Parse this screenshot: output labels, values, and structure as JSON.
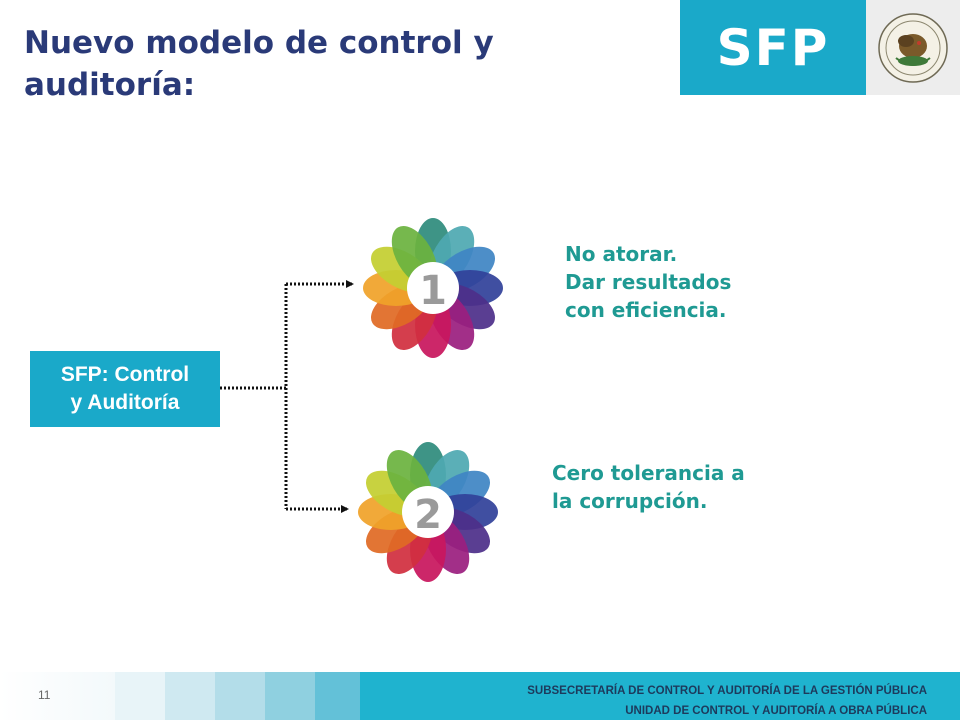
{
  "slide": {
    "title_lines": [
      "Nuevo modelo de control y",
      "auditoría:"
    ],
    "logo": {
      "text": "SFP",
      "seal_icon": "mexican-coat-of-arms-seal-icon"
    },
    "source": {
      "lines": [
        "SFP: Control",
        "y Auditoría"
      ]
    },
    "branches": [
      {
        "number": "1",
        "lines": [
          "No atorar.",
          "Dar resultados",
          "con eficiencia."
        ]
      },
      {
        "number": "2",
        "lines": [
          "Cero tolerancia a",
          "la corrupción."
        ]
      }
    ],
    "footer": {
      "page_number": "11",
      "lines": [
        "SUBSECRETARÍA DE CONTROL Y AUDITORÍA DE LA GESTIÓN PÚBLICA",
        "UNIDAD DE CONTROL Y AUDITORÍA A OBRA PÚBLICA"
      ]
    }
  },
  "colors": {
    "title": "#2a3a78",
    "accent": "#1aa9c9",
    "branch_text": "#1f9a93",
    "connector": "#111111",
    "petals": [
      "#2f8c7d",
      "#4fa9b2",
      "#3f85c4",
      "#32429a",
      "#4d2f8a",
      "#9b1f7f",
      "#c8175e",
      "#d12f3f",
      "#e06a25",
      "#f0a22a",
      "#c4cf32",
      "#6cb33f"
    ]
  }
}
